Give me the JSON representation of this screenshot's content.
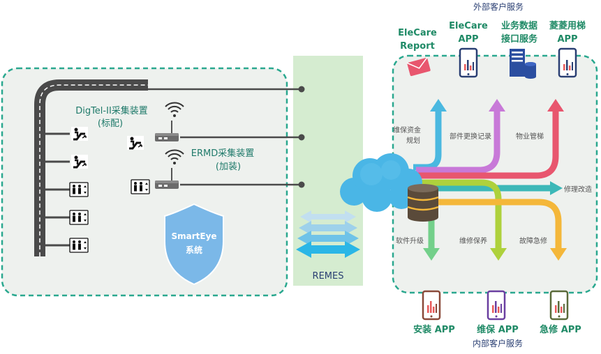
{
  "left_system": {
    "digtel_line1": "DigTel-II采集装置",
    "digtel_line2": "(标配)",
    "ermd_line1": "ERMD采集装置",
    "ermd_line2": "(加装)",
    "shield_line1": "SmartEye",
    "shield_line2": "系统"
  },
  "middle": {
    "remes": "REMES"
  },
  "external": {
    "title": "外部客户服务",
    "report_line1": "EleCare",
    "report_line2": "Report",
    "app_line1": "EleCare",
    "app_line2": "APP",
    "api_line1": "业务数据",
    "api_line2": "接口服务",
    "lingling_line1": "菱菱用梯",
    "lingling_line2": "APP"
  },
  "flows": {
    "fund_line1": "维保资金",
    "fund_line2": "规划",
    "parts": "部件更换记录",
    "property": "物业管梯",
    "retrofit": "修理改造",
    "software": "软件升级",
    "maintenance": "维修保养",
    "emergency": "故障急修"
  },
  "internal": {
    "install_app": "安装 APP",
    "maint_app": "维保 APP",
    "repair_app": "急修 APP",
    "title": "内部客户服务"
  },
  "colors": {
    "teal_dash": "#2aa88f",
    "remes_band": "#d5ecd0",
    "arrow_blue": "#4ab8e0",
    "arrow_purple": "#c879d8",
    "arrow_red": "#e8566e",
    "arrow_teal": "#3cb8b8",
    "arrow_green": "#73d08a",
    "arrow_lime": "#aed13c",
    "arrow_orange": "#f4b73a",
    "shield": "#7bb8e8"
  },
  "icons": {
    "escalator": "escalator-icon",
    "elevator": "elevator-icon",
    "router": "router-icon",
    "wifi": "wifi-signal-icon",
    "cloud": "cloud-icon",
    "database": "database-icon",
    "mail": "envelope-icon",
    "server": "server-icon",
    "phone": "phone-app-icon"
  }
}
